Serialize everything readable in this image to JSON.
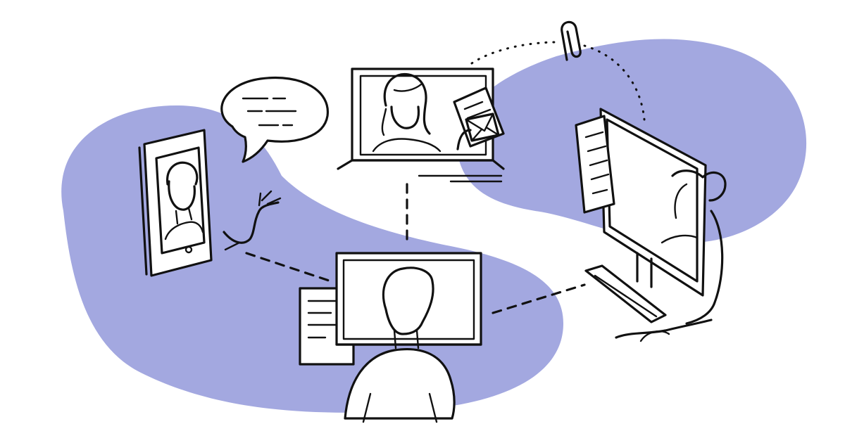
{
  "scene": {
    "colors": {
      "blob": "#a3a8e0",
      "ink": "#111111",
      "background": "#ffffff"
    },
    "icons": [
      "speech-bubble-icon",
      "paperclip-icon",
      "envelope-icon"
    ],
    "people": [
      "tablet-person",
      "laptop-person",
      "monitor-person-back",
      "desk-person"
    ]
  }
}
